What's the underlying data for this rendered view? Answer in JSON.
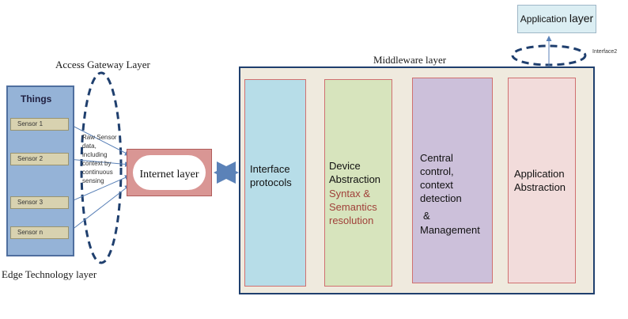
{
  "labels": {
    "access_gateway": "Access Gateway Layer",
    "edge": "Edge Technology layer",
    "middleware": "Middleware layer",
    "interface2": "Interface2"
  },
  "things": {
    "title": "Things",
    "sensors": [
      "Sensor 1",
      "Sensor 2",
      "Sensor 3",
      "Sensor n"
    ]
  },
  "raw_text": "Raw Sensor data, including context by continuous sensing",
  "internet": "Internet layer",
  "columns": {
    "interface_protocols": "Interface protocols",
    "device_abstraction": "Device Abstraction",
    "syntax": "Syntax & Semantics resolution",
    "central": "Central control, context detection",
    "central_and": "&",
    "management": "Management",
    "application_abstraction": "Application Abstraction"
  },
  "application_layer": {
    "part1": "Application",
    "part2": "layer"
  },
  "colors": {
    "things": "#95b3d7",
    "sensor": "#d8d2b0",
    "internet": "#d99694",
    "interface_col": "#b7dde8",
    "device_col": "#d7e4bd",
    "central_col": "#ccc0da",
    "app_col": "#f2dcdb",
    "syntax_text": "#a0413a",
    "ellipse": "#1f3f6e",
    "arrows": "#5b82b8"
  }
}
